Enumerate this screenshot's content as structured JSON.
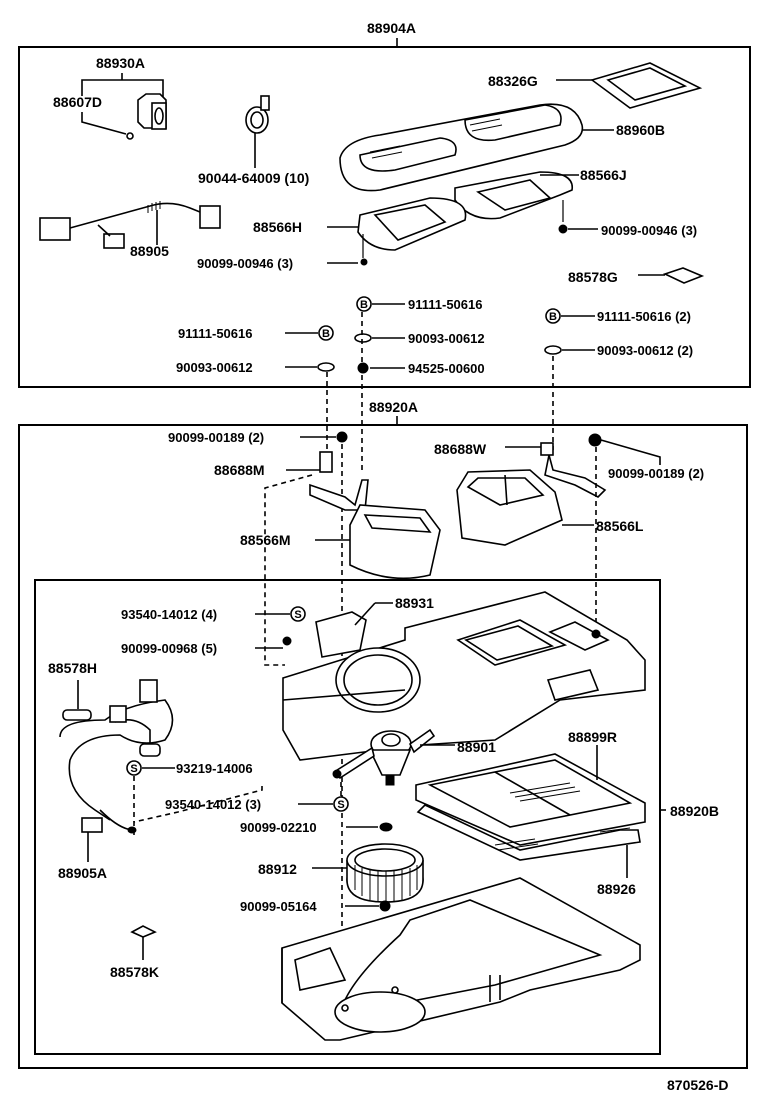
{
  "diagram": {
    "drawing_code": "870526-D",
    "assemblies": {
      "top": "88904A",
      "middle": "88920A",
      "inner": "88920B"
    },
    "labels": {
      "p88930A": "88930A",
      "p88607D": "88607D",
      "p90044": "90044-64009 (10)",
      "p88326G": "88326G",
      "p88960B": "88960B",
      "p88566J": "88566J",
      "p88905": "88905",
      "p88566H": "88566H",
      "p90099_00946_left": "90099-00946 (3)",
      "p90099_00946_right": "90099-00946 (3)",
      "p88578G": "88578G",
      "p91111_mid": "91111-50616",
      "p91111_left": "91111-50616",
      "p91111_right": "91111-50616 (2)",
      "p90093_mid": "90093-00612",
      "p90093_left": "90093-00612",
      "p90093_right": "90093-00612 (2)",
      "p94525": "94525-00600",
      "p90099_00189_left": "90099-00189 (2)",
      "p90099_00189_right": "90099-00189 (2)",
      "p88688M": "88688M",
      "p88688W": "88688W",
      "p88566M": "88566M",
      "p88566L": "88566L",
      "p93540_4": "93540-14012 (4)",
      "p90099_00968": "90099-00968 (5)",
      "p88931": "88931",
      "p88578H": "88578H",
      "p93219": "93219-14006",
      "p93540_3": "93540-14012 (3)",
      "p88901": "88901",
      "p88899R": "88899R",
      "p90099_02210": "90099-02210",
      "p88912": "88912",
      "p90099_05164": "90099-05164",
      "p88926": "88926",
      "p88905A": "88905A",
      "p88578K": "88578K"
    },
    "symbols": {
      "bolt": "B",
      "screw": "S"
    }
  }
}
